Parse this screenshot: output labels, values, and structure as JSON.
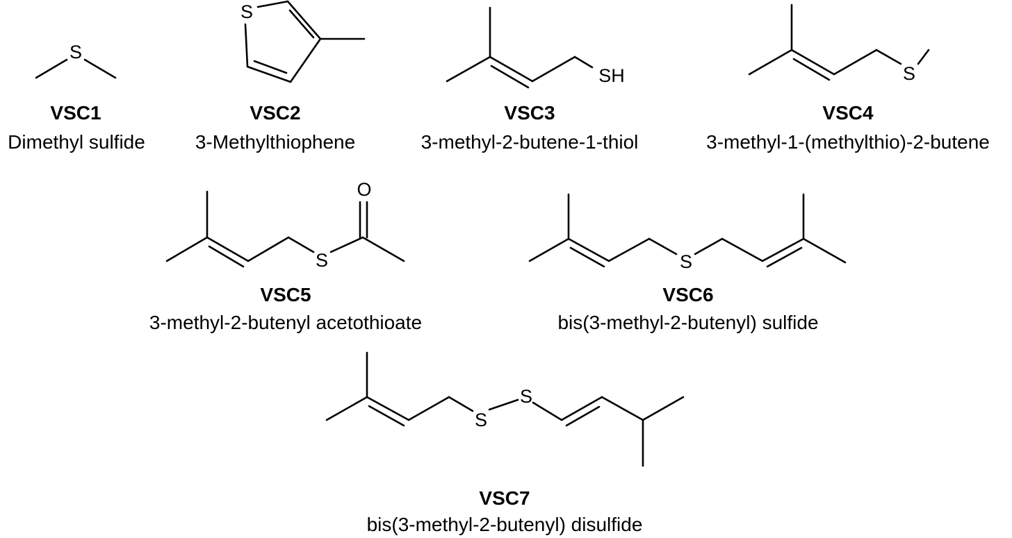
{
  "compounds": [
    {
      "code": "VSC1",
      "name": "Dimethyl sulfide"
    },
    {
      "code": "VSC2",
      "name": "3-Methylthiophene"
    },
    {
      "code": "VSC3",
      "name": "3-methyl-2-butene-1-thiol"
    },
    {
      "code": "VSC4",
      "name": "3-methyl-1-(methylthio)-2-butene"
    },
    {
      "code": "VSC5",
      "name": "3-methyl-2-butenyl acetothioate"
    },
    {
      "code": "VSC6",
      "name": "bis(3-methyl-2-butenyl) sulfide"
    },
    {
      "code": "VSC7",
      "name": "bis(3-methyl-2-butenyl) disulfide"
    }
  ],
  "atom_labels": {
    "sulfur": "S",
    "thiol": "SH",
    "oxygen": "O"
  }
}
